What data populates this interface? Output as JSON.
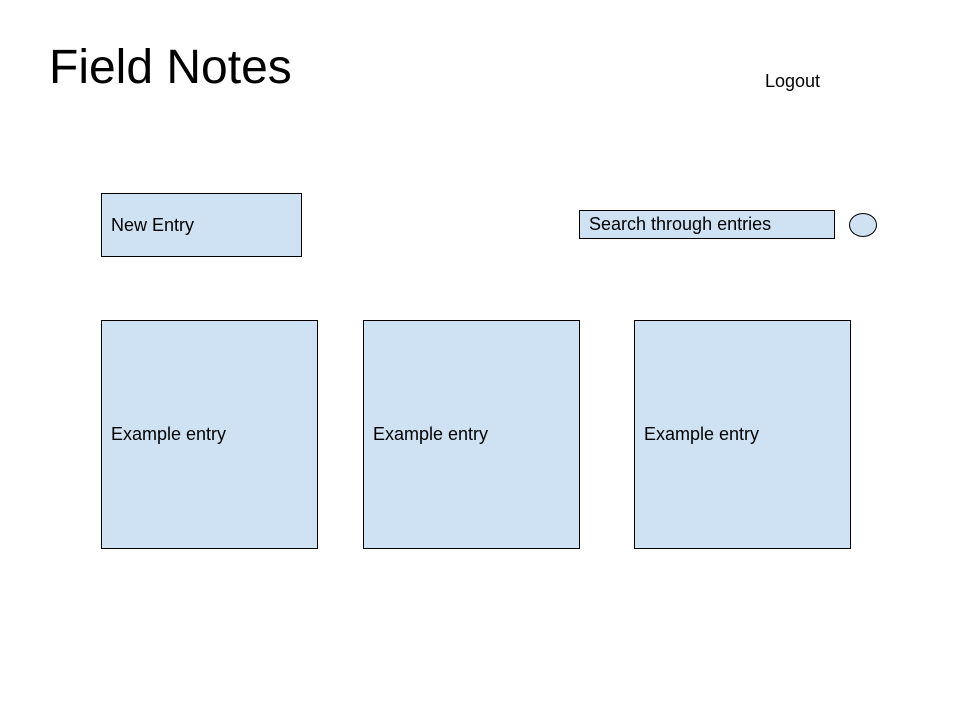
{
  "header": {
    "title": "Field Notes",
    "logout_label": "Logout"
  },
  "toolbar": {
    "new_entry_label": "New Entry",
    "search_text": "Search through entries"
  },
  "entries": [
    {
      "label": "Example entry"
    },
    {
      "label": "Example entry"
    },
    {
      "label": "Example entry"
    }
  ],
  "colors": {
    "box_fill": "#cfe2f3",
    "border": "#000000"
  }
}
